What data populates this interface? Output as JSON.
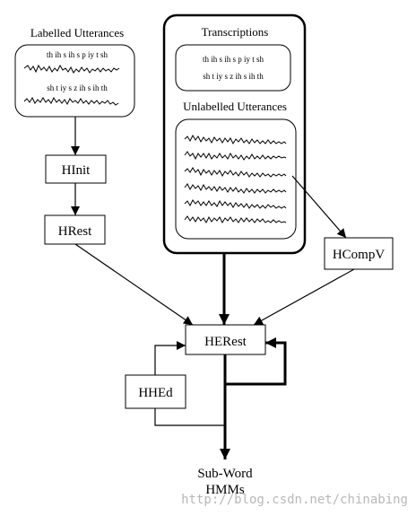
{
  "labelled": {
    "title": "Labelled Utterances",
    "line1": "th  ih  s  ih  s  p  iy  t  sh",
    "line2": "sh  t  iy  s  z  ih  s  ih  th"
  },
  "transcriptions": {
    "title": "Transcriptions",
    "line1": "th  ih  s  ih  s  p  iy  t  sh",
    "line2": "sh  t  iy  s  z  ih  s  ih  th"
  },
  "unlabelled": {
    "title": "Unlabelled Utterances"
  },
  "tools": {
    "hinit": "HInit",
    "hrest": "HRest",
    "hcompv": "HCompV",
    "herest": "HERest",
    "hhed": "HHEd"
  },
  "output": {
    "line1": "Sub-Word",
    "line2": "HMMs"
  },
  "watermark": "http://blog.csdn.net/chinabing"
}
